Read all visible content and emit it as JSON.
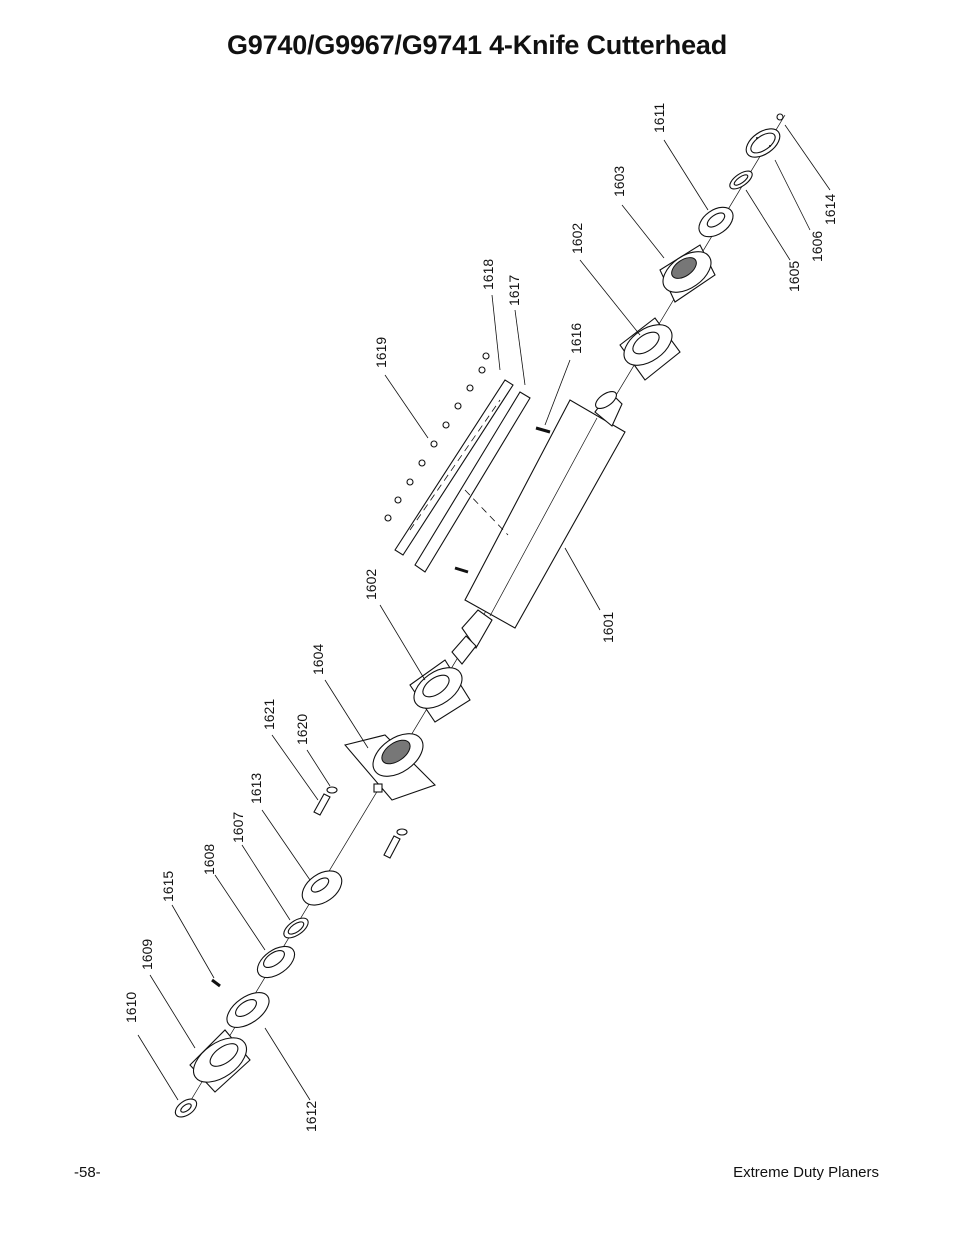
{
  "title": "G9740/G9967/G9741 4-Knife Cutterhead",
  "footer": {
    "page_number": "-58-",
    "manual_name": "Extreme Duty Planers"
  },
  "callouts": {
    "p1601": "1601",
    "p1602_top": "1602",
    "p1602_bottom": "1602",
    "p1603": "1603",
    "p1604": "1604",
    "p1605": "1605",
    "p1606": "1606",
    "p1607": "1607",
    "p1608": "1608",
    "p1609": "1609",
    "p1610": "1610",
    "p1611": "1611",
    "p1612": "1612",
    "p1613": "1613",
    "p1614": "1614",
    "p1615": "1615",
    "p1616": "1616",
    "p1617": "1617",
    "p1618": "1618",
    "p1619": "1619",
    "p1620": "1620",
    "p1621": "1621"
  }
}
